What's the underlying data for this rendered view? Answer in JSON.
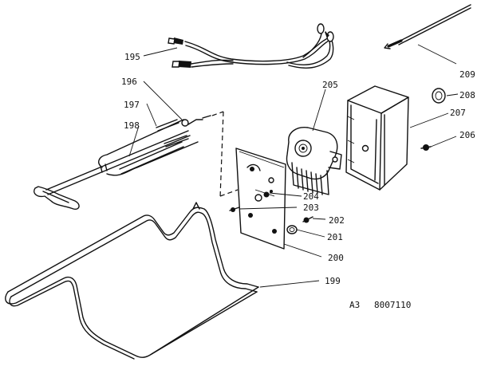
{
  "diagram": {
    "parts": [
      {
        "id": "part-195",
        "label": "195"
      },
      {
        "id": "part-196",
        "label": "196"
      },
      {
        "id": "part-197",
        "label": "197"
      },
      {
        "id": "part-198",
        "label": "198"
      },
      {
        "id": "part-199",
        "label": "199"
      },
      {
        "id": "part-200",
        "label": "200"
      },
      {
        "id": "part-201",
        "label": "201"
      },
      {
        "id": "part-202",
        "label": "202"
      },
      {
        "id": "part-203",
        "label": "203"
      },
      {
        "id": "part-204",
        "label": "204"
      },
      {
        "id": "part-205",
        "label": "205"
      },
      {
        "id": "part-206",
        "label": "206"
      },
      {
        "id": "part-207",
        "label": "207"
      },
      {
        "id": "part-208",
        "label": "208"
      },
      {
        "id": "part-209",
        "label": "209"
      }
    ],
    "footer": {
      "section": "A3",
      "drawing_number": "8007110"
    }
  }
}
